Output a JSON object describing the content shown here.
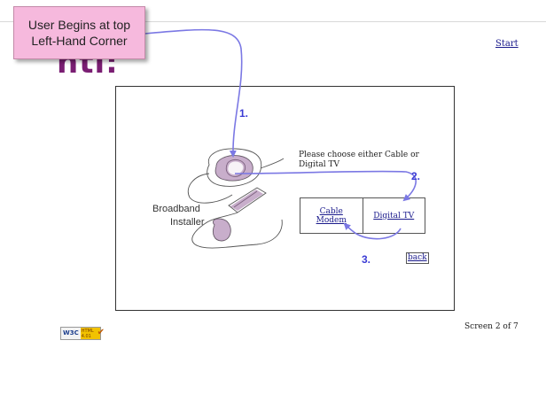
{
  "annotation": {
    "line1": "User Begins at top",
    "line2": "Left-Hand Corner"
  },
  "logo_text": "nti:",
  "header": {
    "start_link": "Start"
  },
  "main": {
    "prompt_line1": "Please choose either Cable or",
    "prompt_line2": "Digital TV",
    "choices": [
      {
        "line1": "Cable",
        "line2": "Modem"
      },
      {
        "line1": "Digital TV"
      }
    ],
    "back_label": "back",
    "broadband_line1": "Broadband",
    "broadband_line2": "Installer"
  },
  "steps": [
    "1.",
    "2.",
    "3."
  ],
  "footer": {
    "screen_count": "Screen 2 of 7",
    "w3c_badge": {
      "left": "W3C",
      "html": "HTML",
      "version": "4.01",
      "icon": "checkmark-icon"
    }
  },
  "colors": {
    "arrow": "#7b78e4",
    "link": "#1a1a8c",
    "sticky": "#f6b9dd",
    "logo": "#7a1e73"
  }
}
